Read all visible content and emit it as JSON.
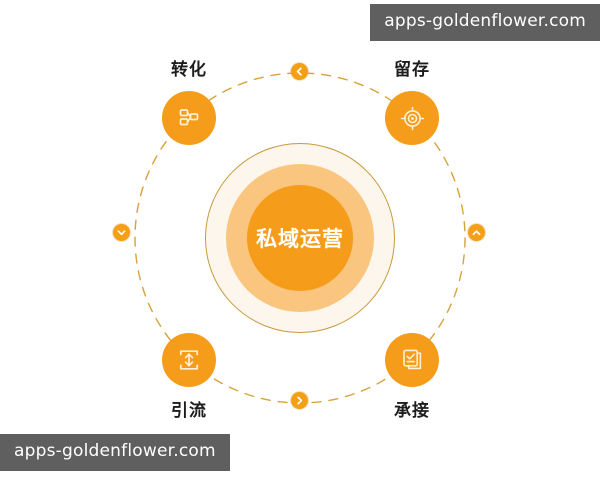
{
  "watermarks": [
    {
      "text": "apps-goldenflower.com",
      "position": "top-right"
    },
    {
      "text": "apps-goldenflower.com",
      "position": "bottom-left"
    }
  ],
  "diagram": {
    "type": "cycle",
    "direction": "counter-clockwise",
    "center": {
      "label": "私域运营",
      "text_color": "#ffffff",
      "core_color": "#f59c1b",
      "mid_ring_color": "#fac57e",
      "outer_ring_color": "#fdf6ec",
      "outer_ring_border": "#c79a3c"
    },
    "ring": {
      "style": "dashed",
      "color": "#d8a23d",
      "radius": 165
    },
    "nodes": [
      {
        "id": "zhuanhua",
        "label": "转化",
        "icon": "sitemap-icon",
        "position": "top-left",
        "color": "#f59c1b"
      },
      {
        "id": "liucun",
        "label": "留存",
        "icon": "target-icon",
        "position": "top-right",
        "color": "#f59c1b"
      },
      {
        "id": "yinliu",
        "label": "引流",
        "icon": "upload-box-icon",
        "position": "bottom-left",
        "color": "#f59c1b"
      },
      {
        "id": "chengjie",
        "label": "承接",
        "icon": "document-check-icon",
        "position": "bottom-right",
        "color": "#f59c1b"
      }
    ],
    "markers": [
      {
        "id": "top",
        "icon": "chevron-left-icon",
        "direction": "left"
      },
      {
        "id": "left",
        "icon": "chevron-down-icon",
        "direction": "down"
      },
      {
        "id": "bottom",
        "icon": "chevron-right-icon",
        "direction": "right"
      },
      {
        "id": "right",
        "icon": "chevron-up-icon",
        "direction": "up"
      }
    ]
  }
}
